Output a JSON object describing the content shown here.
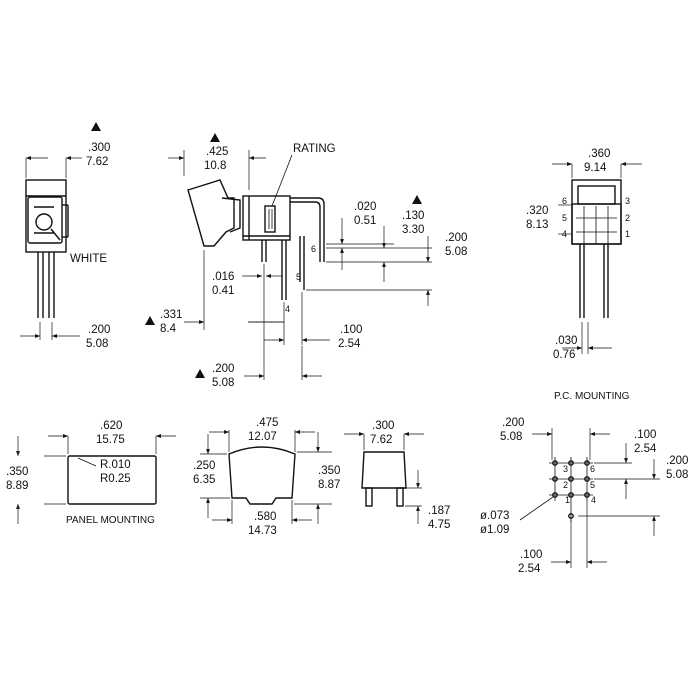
{
  "labels": {
    "rating": "RATING",
    "white": "WHITE",
    "panel_mounting": "PANEL MOUNTING",
    "pc_mounting": "P.C. MOUNTING"
  },
  "front_view": {
    "width_in": ".300",
    "width_mm": "7.62",
    "pin_in": ".200",
    "pin_mm": "5.08"
  },
  "side_view": {
    "d425_in": ".425",
    "d425_mm": "10.8",
    "d020_in": ".020",
    "d020_mm": "0.51",
    "d130_in": ".130",
    "d130_mm": "3.30",
    "d200_in": ".200",
    "d200_mm": "5.08",
    "d016_in": ".016",
    "d016_mm": "0.41",
    "d331_in": ".331",
    "d331_mm": "8.4",
    "d100_in": ".100",
    "d100_mm": "2.54",
    "d200b_in": ".200",
    "d200b_mm": "5.08",
    "pin_4": "4",
    "pin_5": "5",
    "pin_6": "6"
  },
  "end_view": {
    "d360_in": ".360",
    "d360_mm": "9.14",
    "d320_in": ".320",
    "d320_mm": "8.13",
    "d030_in": ".030",
    "d030_mm": "0.76",
    "left_pins": [
      "6",
      "5",
      "4"
    ],
    "right_pins": [
      "3",
      "2",
      "1"
    ]
  },
  "panel_cutout": {
    "d620_in": ".620",
    "d620_mm": "15.75",
    "d350_in": ".350",
    "d350_mm": "8.89",
    "radius_in": "R.010",
    "radius_mm": "R0.25"
  },
  "actuator": {
    "d475_in": ".475",
    "d475_mm": "12.07",
    "d250_in": ".250",
    "d250_mm": "6.35",
    "d350_in": ".350",
    "d350_mm": "8.87",
    "d580_in": ".580",
    "d580_mm": "14.73"
  },
  "cap_view": {
    "d300_in": ".300",
    "d300_mm": "7.62",
    "d187_in": ".187",
    "d187_mm": "4.75"
  },
  "pc_layout": {
    "d200_in": ".200",
    "d200_mm": "5.08",
    "d100_in": ".100",
    "d100_mm": "2.54",
    "d200b_in": ".200",
    "d200b_mm": "5.08",
    "hole_in": "ø.073",
    "hole_mm": "ø1.09",
    "d100b_in": ".100",
    "d100b_mm": "2.54",
    "pin_nums": [
      "3",
      "6",
      "2",
      "5",
      "1",
      "4"
    ]
  }
}
